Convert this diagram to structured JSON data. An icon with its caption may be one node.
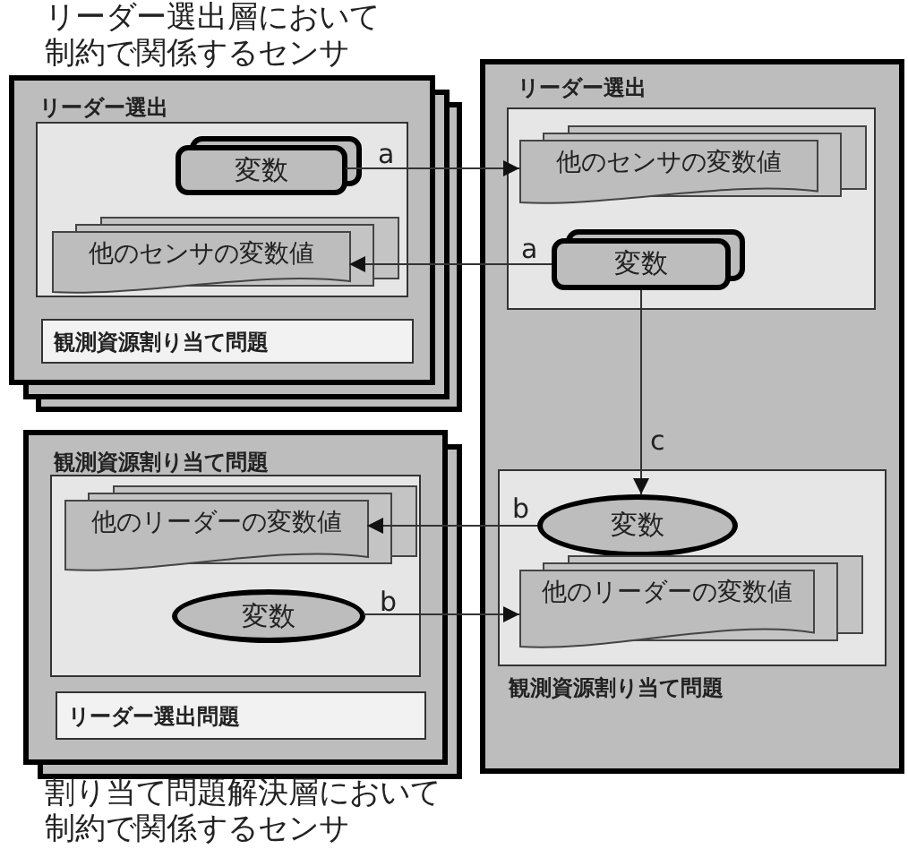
{
  "diagram": {
    "nodes": [
      {
        "text": [
          "リーダー選出"
        ],
        "beside": [
          "リーダー選出層において制約で関係するセンサ"
        ]
      },
      {
        "text": [],
        "shape": "box",
        "in": 0
      },
      {
        "text": [
          "変数"
        ],
        "in": 1
      },
      {
        "text": [
          "他のセンサの変数値"
        ],
        "in": 1
      },
      {
        "text": [
          "観測資源割り当て問題"
        ],
        "in": 0
      },
      {
        "text": [],
        "shape": "box"
      },
      {
        "text": [
          "リーダー選出"
        ],
        "in": 5
      },
      {
        "text": [
          "他のセンサの変数値"
        ],
        "in": 6
      },
      {
        "text": [
          "変数"
        ],
        "in": 6
      },
      {
        "text": [
          "観測資源割り当て問題"
        ],
        "in": 5
      },
      {
        "text": [
          "変数"
        ],
        "in": 9
      },
      {
        "text": [
          "他のリーダーの変数値"
        ],
        "in": 9
      },
      {
        "text": [
          "観測資源割り当て問題"
        ],
        "beside": [
          "割り当て問題解決層において制約で関係するセンサ"
        ]
      },
      {
        "text": [],
        "shape": "box",
        "in": 12
      },
      {
        "text": [
          "他のリーダーの変数値"
        ],
        "in": 13
      },
      {
        "text": [
          "変数"
        ],
        "in": 13
      },
      {
        "text": [
          "リーダー選出問題"
        ],
        "in": 12
      }
    ],
    "edges": [
      {
        "from": 2,
        "to": 7,
        "arrow": "to",
        "label": "a"
      },
      {
        "from": 8,
        "to": 3,
        "arrow": "to",
        "label": "a"
      },
      {
        "from": 8,
        "to": 10,
        "arrow": "to",
        "label": "c"
      },
      {
        "from": 10,
        "to": 14,
        "arrow": "to",
        "label": "b"
      },
      {
        "from": 15,
        "to": 11,
        "arrow": "to",
        "label": "b"
      }
    ]
  }
}
